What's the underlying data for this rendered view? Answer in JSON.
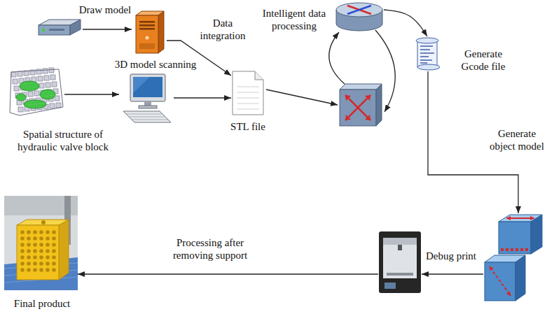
{
  "diagram": {
    "nodes": [
      {
        "text": [
          "Draw model"
        ]
      },
      {
        "text": [
          "Spatial structure of hydraulic valve block"
        ]
      },
      {
        "text": [
          "3D model scanning"
        ]
      },
      {
        "text": [
          "STL file"
        ]
      },
      {
        "text": [
          "Intelligent data processing"
        ]
      },
      {
        "text": [
          "Generate Gcode file"
        ]
      },
      {
        "text": [
          "Generate object model"
        ]
      },
      {
        "text": [
          "Debug print"
        ]
      },
      {
        "text": [
          "Final product"
        ]
      }
    ],
    "edges": [
      {
        "from": 1,
        "to": 2,
        "arrow": "to"
      },
      {
        "from": 0,
        "to": 3,
        "arrow": "to"
      },
      {
        "from": 2,
        "to": 3,
        "arrow": "to"
      },
      {
        "from": 4,
        "to": 5,
        "arrow": "to"
      },
      {
        "from": 5,
        "to": 6,
        "arrow": "to"
      },
      {
        "from": 6,
        "to": 7,
        "arrow": "to"
      },
      {
        "from": 7,
        "to": 8,
        "label": "Processing after removing support",
        "arrow": "to"
      }
    ],
    "labels": [
      "Data integration"
    ]
  }
}
